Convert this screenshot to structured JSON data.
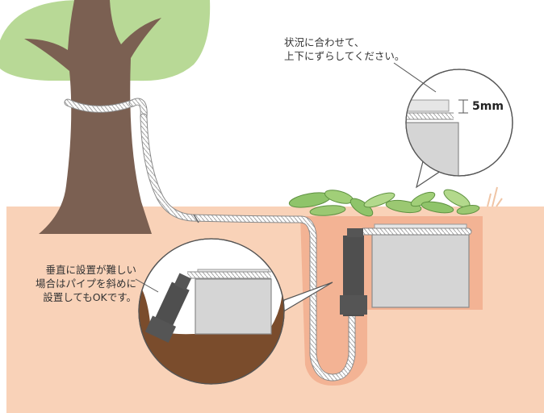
{
  "callout_top": {
    "lines": [
      "状況に合わせて、",
      "上下にずらしてください。"
    ]
  },
  "callout_left": {
    "lines": [
      "垂直に設置が難しい",
      "場合はパイプを斜めに",
      "設置してもOKです。"
    ]
  },
  "dimension_label": "5mm",
  "colors": {
    "ground": "#f9d2b8",
    "trench": "#f3b394",
    "tree_trunk": "#7b6052",
    "tree_canopy": "#b8d996",
    "soil_dark": "#7a4c2c",
    "tank_fill": "#d5d5d5",
    "pipe_dark": "#555555",
    "leaf_green": "#8fc46a"
  },
  "icons": [
    "tree",
    "water-tank",
    "vertical-pipe",
    "flexible-hose",
    "leaves",
    "magnifier-circle"
  ]
}
